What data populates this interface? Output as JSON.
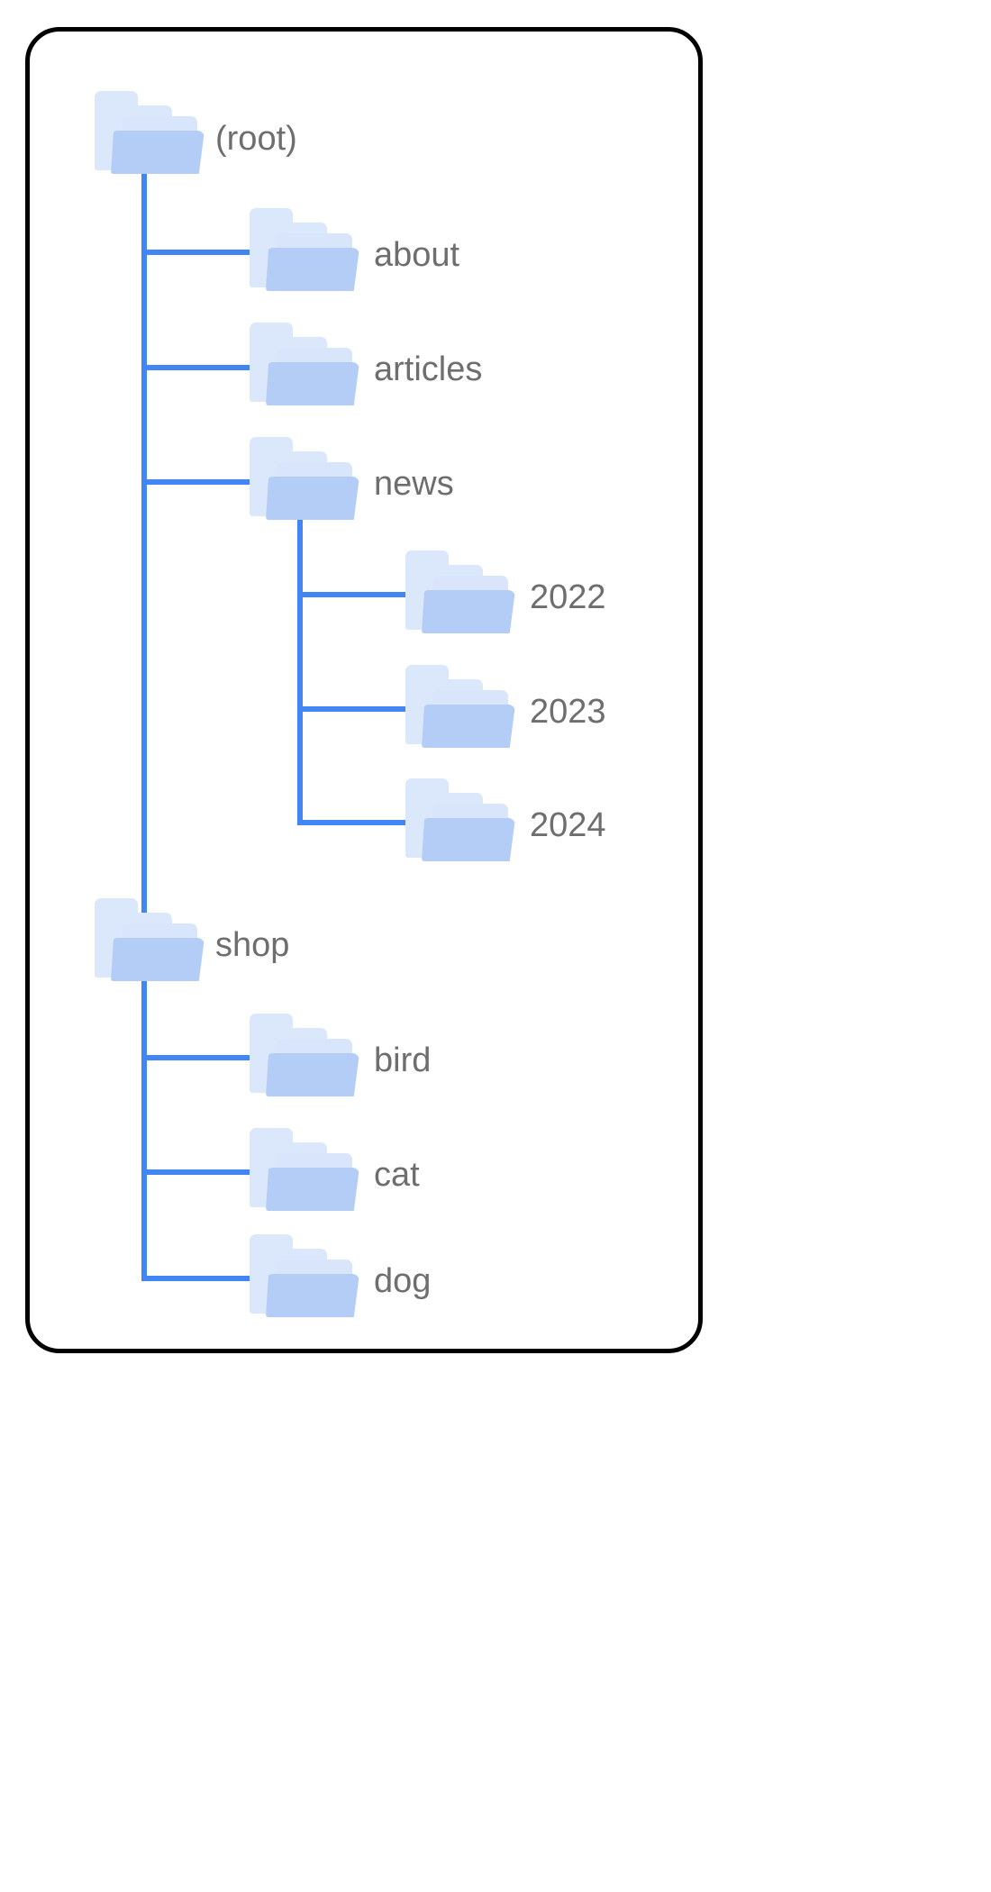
{
  "diagram": {
    "title": "folder-tree",
    "colors": {
      "connector": "#4285f4",
      "folder_front": "#b4cdf7",
      "folder_back": "#dbe7fb",
      "folder_mid": "#d9e5fb",
      "label_text": "#6e6e6e",
      "card_border": "#000000",
      "background": "#ffffff"
    },
    "nodes": [
      {
        "id": "root",
        "label": "(root)",
        "depth": 0,
        "icon": "folder-icon"
      },
      {
        "id": "about",
        "label": "about",
        "depth": 1,
        "icon": "folder-icon"
      },
      {
        "id": "articles",
        "label": "articles",
        "depth": 1,
        "icon": "folder-icon"
      },
      {
        "id": "news",
        "label": "news",
        "depth": 1,
        "icon": "folder-icon"
      },
      {
        "id": "y2022",
        "label": "2022",
        "depth": 2,
        "icon": "folder-icon"
      },
      {
        "id": "y2023",
        "label": "2023",
        "depth": 2,
        "icon": "folder-icon"
      },
      {
        "id": "y2024",
        "label": "2024",
        "depth": 2,
        "icon": "folder-icon"
      },
      {
        "id": "shop",
        "label": "shop",
        "depth": 0,
        "icon": "folder-icon"
      },
      {
        "id": "bird",
        "label": "bird",
        "depth": 1,
        "icon": "folder-icon"
      },
      {
        "id": "cat",
        "label": "cat",
        "depth": 1,
        "icon": "folder-icon"
      },
      {
        "id": "dog",
        "label": "dog",
        "depth": 1,
        "icon": "folder-icon"
      }
    ]
  }
}
